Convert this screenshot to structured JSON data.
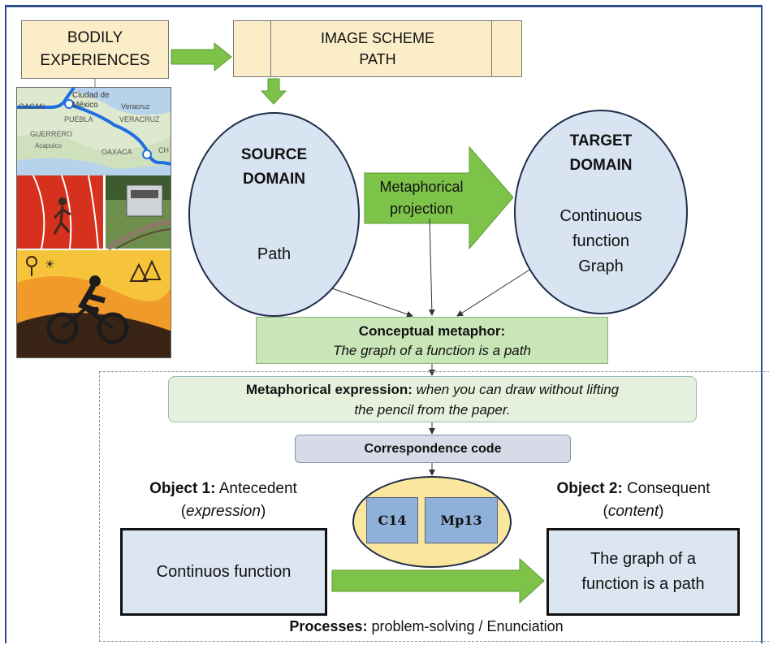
{
  "bodily_experiences": "BODILY EXPERIENCES",
  "image_scheme": {
    "line1": "IMAGE SCHEME",
    "line2": "PATH"
  },
  "map_labels": {
    "city": "Ciudad de",
    "mexico": "México",
    "oacan": "OACAN",
    "veracruz": "Veracruz",
    "puebla": "PUEBLA",
    "veracruz2": "VERACRUZ",
    "guerrero": "GUERRERO",
    "acapulco": "Acapulco",
    "oaxaca": "OAXACA",
    "ch": "CH"
  },
  "source_domain": {
    "title_line1": "SOURCE",
    "title_line2": "DOMAIN",
    "body": "Path"
  },
  "target_domain": {
    "title_line1": "TARGET",
    "title_line2": "DOMAIN",
    "body_line1": "Continuous",
    "body_line2": "function",
    "body_line3": "Graph"
  },
  "metaphorical_projection": {
    "line1": "Metaphorical",
    "line2": "projection"
  },
  "conceptual_metaphor": {
    "title": "Conceptual metaphor:",
    "text": "The graph of a function is a path"
  },
  "metaphorical_expression": {
    "label": "Metaphorical expression:",
    "text_line1": "when you can draw without lifting",
    "text_line2": "the pencil from the paper."
  },
  "correspondence_code": "Correspondence code",
  "codes": [
    "C14",
    "Mp13"
  ],
  "object1": {
    "label": "Object 1:",
    "role": "Antecedent",
    "paren_open": "(",
    "paren_word": "expression",
    "paren_close": ")",
    "content": "Continuos function"
  },
  "object2": {
    "label": "Object 2:",
    "role": "Consequent",
    "paren_open": "(",
    "paren_word": "content",
    "paren_close": ")",
    "content_line1": "The graph of a",
    "content_line2": "function is a path"
  },
  "processes": {
    "label": "Processes:",
    "text": "problem-solving / Enunciation"
  },
  "colors": {
    "cream": "#fbedc8",
    "green_arrow": "#7dc34a",
    "ellipse_blue": "#d9e4f2",
    "concept_green": "#c9e6b8",
    "code_yellow": "#fbe69d",
    "code_blue": "#8fb0d8"
  }
}
